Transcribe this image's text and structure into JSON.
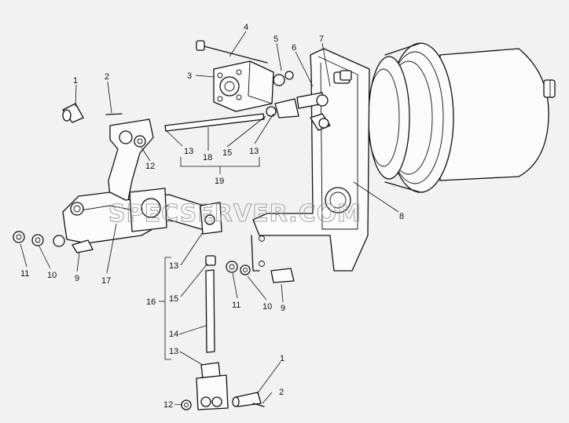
{
  "watermark": "SPECSERVER.COM",
  "callouts": [
    {
      "id": "c1a",
      "label": "1"
    },
    {
      "id": "c2a",
      "label": "2"
    },
    {
      "id": "c3",
      "label": "3"
    },
    {
      "id": "c4",
      "label": "4"
    },
    {
      "id": "c5",
      "label": "5"
    },
    {
      "id": "c6",
      "label": "6"
    },
    {
      "id": "c7",
      "label": "7"
    },
    {
      "id": "c8",
      "label": "8"
    },
    {
      "id": "c9a",
      "label": "9"
    },
    {
      "id": "c9b",
      "label": "9"
    },
    {
      "id": "c10a",
      "label": "10"
    },
    {
      "id": "c10b",
      "label": "10"
    },
    {
      "id": "c11a",
      "label": "11"
    },
    {
      "id": "c11b",
      "label": "11"
    },
    {
      "id": "c12a",
      "label": "12"
    },
    {
      "id": "c12b",
      "label": "12"
    },
    {
      "id": "c13a",
      "label": "13"
    },
    {
      "id": "c13b",
      "label": "13"
    },
    {
      "id": "c13c",
      "label": "13"
    },
    {
      "id": "c13d",
      "label": "13"
    },
    {
      "id": "c14",
      "label": "14"
    },
    {
      "id": "c15a",
      "label": "15"
    },
    {
      "id": "c15b",
      "label": "15"
    },
    {
      "id": "c16",
      "label": "16"
    },
    {
      "id": "c17",
      "label": "17"
    },
    {
      "id": "c18",
      "label": "18"
    },
    {
      "id": "c19",
      "label": "19"
    },
    {
      "id": "c1b",
      "label": "1"
    },
    {
      "id": "c2b",
      "label": "2"
    }
  ]
}
